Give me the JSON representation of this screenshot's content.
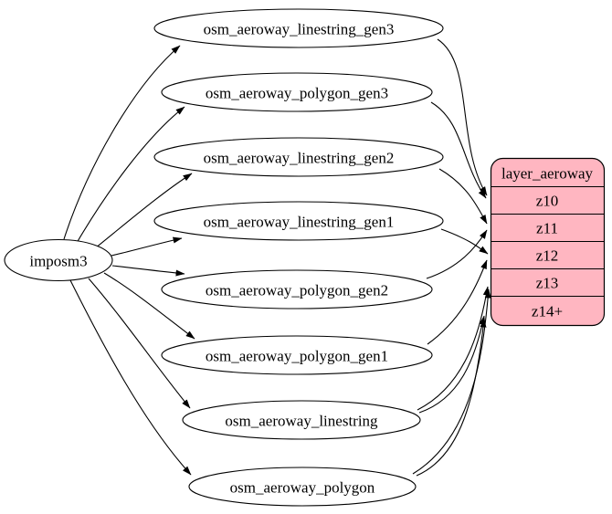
{
  "diagram": {
    "type": "etl-graph",
    "source": {
      "label": "imposm3"
    },
    "tables": [
      {
        "label": "osm_aeroway_linestring_gen3",
        "targets": [
          "z10"
        ]
      },
      {
        "label": "osm_aeroway_polygon_gen3",
        "targets": [
          "z10"
        ]
      },
      {
        "label": "osm_aeroway_linestring_gen2",
        "targets": [
          "z11"
        ]
      },
      {
        "label": "osm_aeroway_linestring_gen1",
        "targets": [
          "z12"
        ]
      },
      {
        "label": "osm_aeroway_polygon_gen2",
        "targets": [
          "z11"
        ]
      },
      {
        "label": "osm_aeroway_polygon_gen1",
        "targets": [
          "z12"
        ]
      },
      {
        "label": "osm_aeroway_linestring",
        "targets": [
          "z13",
          "z14+"
        ]
      },
      {
        "label": "osm_aeroway_polygon",
        "targets": [
          "z13",
          "z14+"
        ]
      }
    ],
    "layer": {
      "title": "layer_aeroway",
      "rows": [
        "z10",
        "z11",
        "z12",
        "z13",
        "z14+"
      ],
      "fill_color": "#ffb6c1",
      "border_color": "#000000"
    },
    "colors": {
      "node_fill": "#ffffff",
      "edge": "#000000",
      "background": "#ffffff"
    }
  }
}
